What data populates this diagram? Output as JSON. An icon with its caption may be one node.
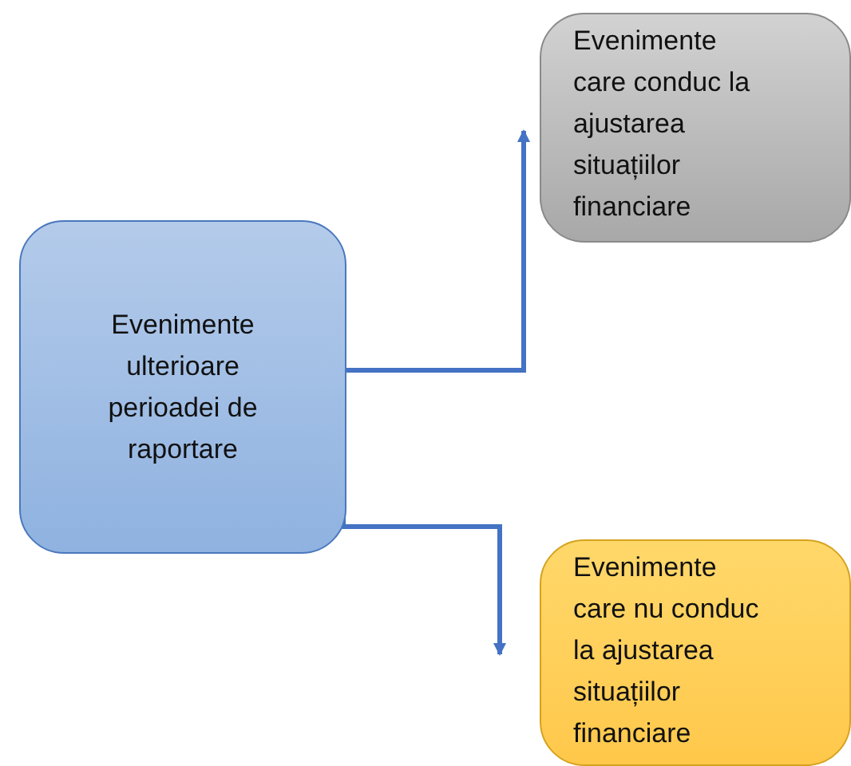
{
  "diagram": {
    "nodes": [
      {
        "text": [
          "Evenimente ulterioare perioadei de raportare"
        ]
      },
      {
        "text": [
          "Evenimente care conduc la ajustarea situațiilor financiare"
        ]
      },
      {
        "text": [
          "Evenimente care nu conduc la ajustarea situațiilor financiare"
        ]
      }
    ],
    "edges": [
      {
        "from": 0,
        "to": 1,
        "arrow": "to"
      },
      {
        "from": 0,
        "to": 2,
        "arrow": "to"
      }
    ]
  }
}
